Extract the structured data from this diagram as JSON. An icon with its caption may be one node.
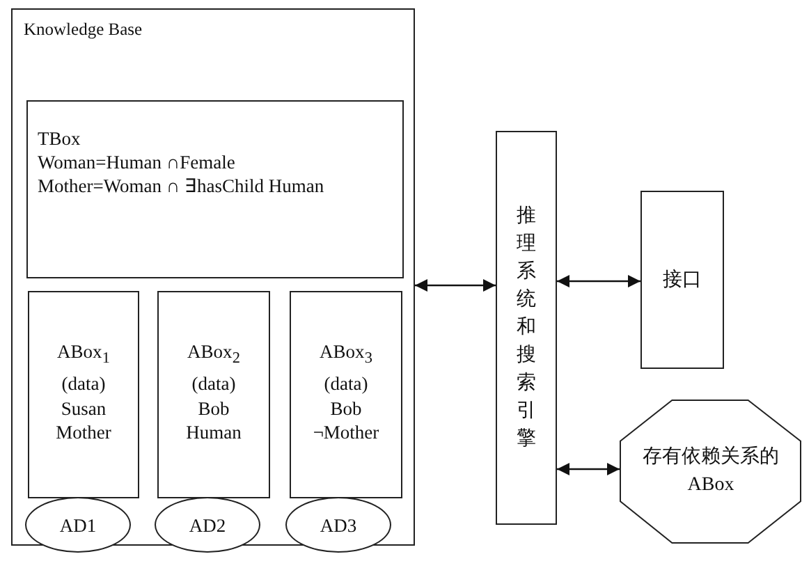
{
  "diagram": {
    "nodes": [
      {
        "text": [
          "Knowledge Base"
        ]
      },
      {
        "text": [
          "TBox",
          "Woman=Human ∩Female",
          "Mother=Woman ∩ ∃hasChild Human"
        ],
        "in": 0
      },
      {
        "text": [
          "ABox$_{1}$",
          "(data)",
          "Susan",
          "Mother"
        ],
        "in": 0
      },
      {
        "text": [
          "ABox$_{2}$",
          "(data)",
          "Bob",
          "Human"
        ],
        "in": 0
      },
      {
        "text": [
          "ABox$_{3}$",
          "(data)",
          "Bob",
          "¬Mother"
        ],
        "in": 0
      },
      {
        "text": [
          "AD1"
        ]
      },
      {
        "text": [
          "AD2"
        ]
      },
      {
        "text": [
          "AD3"
        ]
      },
      {
        "text": [
          "推理系统和搜索引擎"
        ]
      },
      {
        "text": [
          "接口"
        ]
      },
      {
        "text": [
          "存有依赖关系的ABox"
        ]
      }
    ],
    "edges": [
      {
        "from": 0,
        "to": 8,
        "arrow": "both"
      },
      {
        "from": 8,
        "to": 9,
        "arrow": "both"
      },
      {
        "from": 8,
        "to": 10,
        "arrow": "both"
      }
    ]
  }
}
